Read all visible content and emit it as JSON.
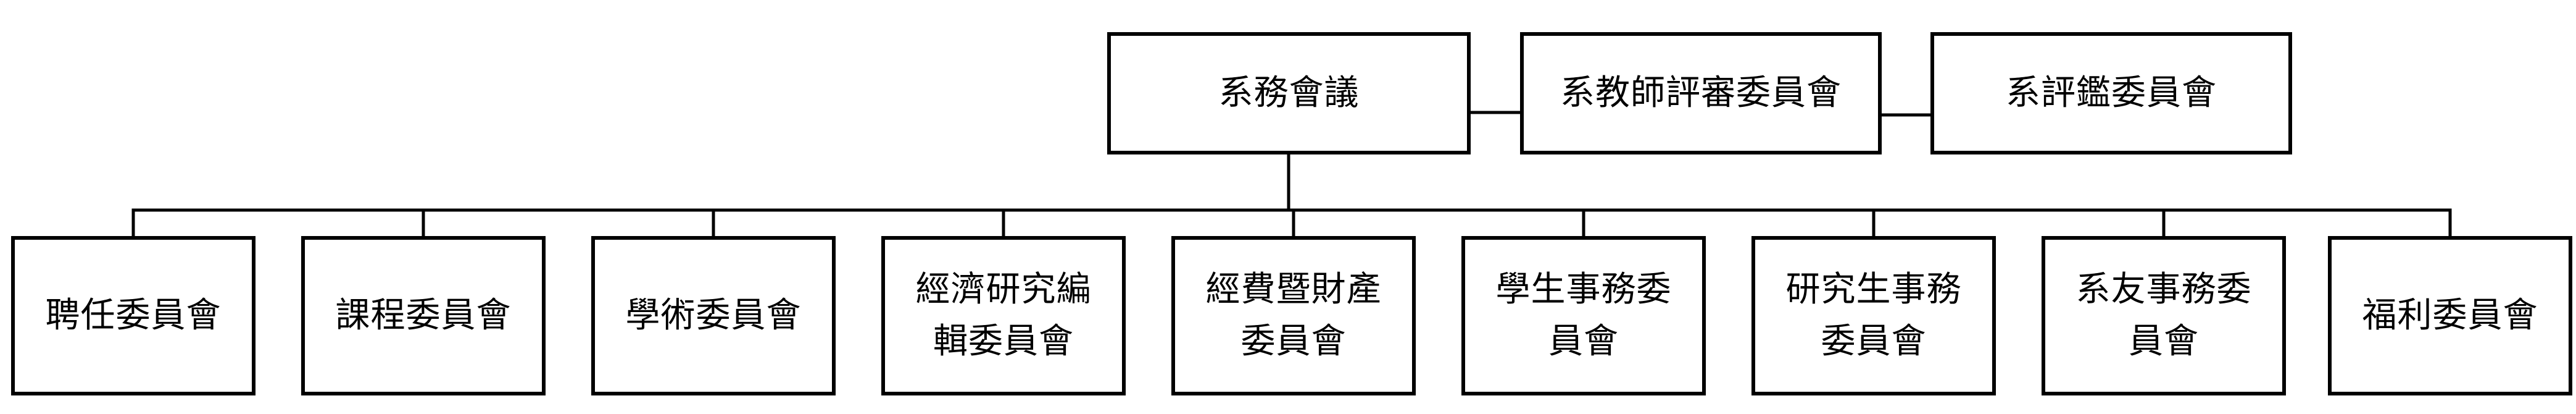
{
  "colors": {
    "line": "#000000",
    "box_border": "#000000",
    "box_fill": "#ffffff",
    "text": "#000000"
  },
  "top_row": {
    "root": "系務會議",
    "side_1": "系教師評審委員會",
    "side_2": "系評鑑委員會"
  },
  "committees": [
    "聘任委員會",
    "課程委員會",
    "學術委員會",
    "經濟研究編輯委員會",
    "經費暨財產委員會",
    "學生事務委員會",
    "研究生事務委員會",
    "系友事務委員會",
    "福利委員會"
  ]
}
